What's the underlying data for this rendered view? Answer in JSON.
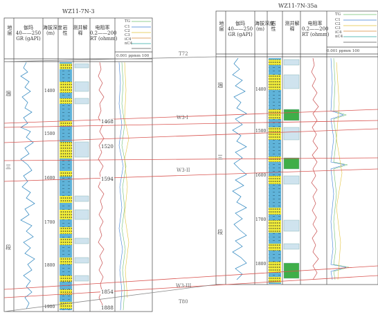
{
  "wells": [
    {
      "name": "WZ11-7N-3",
      "headers": {
        "layer": "地\n层",
        "gr": "伽玛\n40——250\nGR (gAPI)",
        "depth": "海拔深度\n(m)",
        "lith": "岩\n性",
        "interp": "测井解释",
        "rt": "电阻率\n0.2——200\nRT (ohmm)",
        "gas_top": "TG",
        "gas_mid": "C1\nC2\nC3\niC4\nnC4",
        "gas_scale": "0.001 ppmm  100"
      },
      "layer_labels": [
        "涠",
        "三",
        "段"
      ],
      "depth_ticks": [
        "1400",
        "1500",
        "1600",
        "1700",
        "1800",
        "1900"
      ],
      "depth_marks": [
        "1468",
        "1520",
        "1594",
        "1854",
        "1888"
      ]
    },
    {
      "name": "WZ11-7N-35a",
      "headers": {
        "layer": "地\n层",
        "gr": "伽玛\n40——250\nGR (gAPI)",
        "depth": "海拔深度\n(m)",
        "lith": "岩\n性",
        "interp": "测井解释",
        "rt": "电阻率\n0.2——200\nRT (ohmm)",
        "gas_top": "TG",
        "gas_mid": "C1\nC2\nC3\niC4\nnC4",
        "gas_scale": "0.001 ppmm  100"
      },
      "layer_labels": [
        "涠",
        "三",
        "段"
      ],
      "depth_ticks": [
        "1400",
        "1500",
        "1600",
        "1700",
        "1800"
      ],
      "depth_marks": []
    }
  ],
  "correlation_labels": [
    "T72",
    "W3-I",
    "W3-II",
    "W3-III",
    "T80"
  ],
  "colors": {
    "sand": "#f2ee3a",
    "shale": "#5fb3d9",
    "gas": "#3fae49",
    "pale": "#cfe3ee",
    "corr_red": "#d9534f",
    "grid": "#444444"
  }
}
